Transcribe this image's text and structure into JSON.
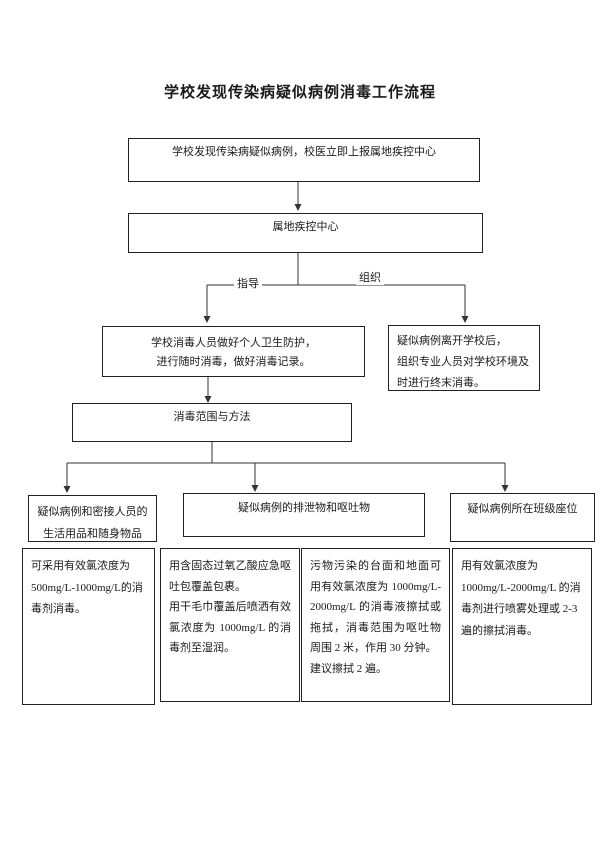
{
  "title": "学校发现传染病疑似病例消毒工作流程",
  "flow": {
    "report": "学校发现传染病疑似病例，校医立即上报属地疾控中心",
    "cdc": "属地疾控中心",
    "branch": {
      "guide": "指导",
      "organize": "组织"
    },
    "school_disinfect": "学校消毒人员做好个人卫生防护，\n进行随时消毒，做好消毒记录。",
    "terminal_disinfect": "疑似病例离开学校后，\n组织专业人员对学校环境及\n时进行终末消毒。",
    "scope": "消毒范围与方法",
    "categories": [
      {
        "header": "疑似病例和密接人员的\n生活用品和随身物品"
      },
      {
        "header": "疑似病例的排泄物和呕吐物"
      },
      {
        "header": "疑似病例所在班级座位"
      }
    ],
    "details": [
      {
        "text": "可采用有效氯浓度为500mg/L-1000mg/L的消毒剂消毒。"
      },
      {
        "text": "用含固态过氧乙酸应急呕吐包覆盖包裹。\n用干毛巾覆盖后喷洒有效氯浓度为 1000mg/L 的消毒剂至湿润。"
      },
      {
        "text": "污物污染的台面和地面可用有效氯浓度为 1000mg/L-2000mg/L 的消毒液擦拭或拖拭，消毒范围为呕吐物周围 2 米，作用 30 分钟。\n建议擦拭 2 遍。"
      },
      {
        "text": "用有效氯浓度为 1000mg/L-2000mg/L 的消毒剂进行喷雾处理或 2-3 遍的擦拭消毒。"
      }
    ]
  },
  "colors": {
    "line": "#333333",
    "border": "#222222",
    "text": "#1a1a1a",
    "background": "#ffffff"
  }
}
